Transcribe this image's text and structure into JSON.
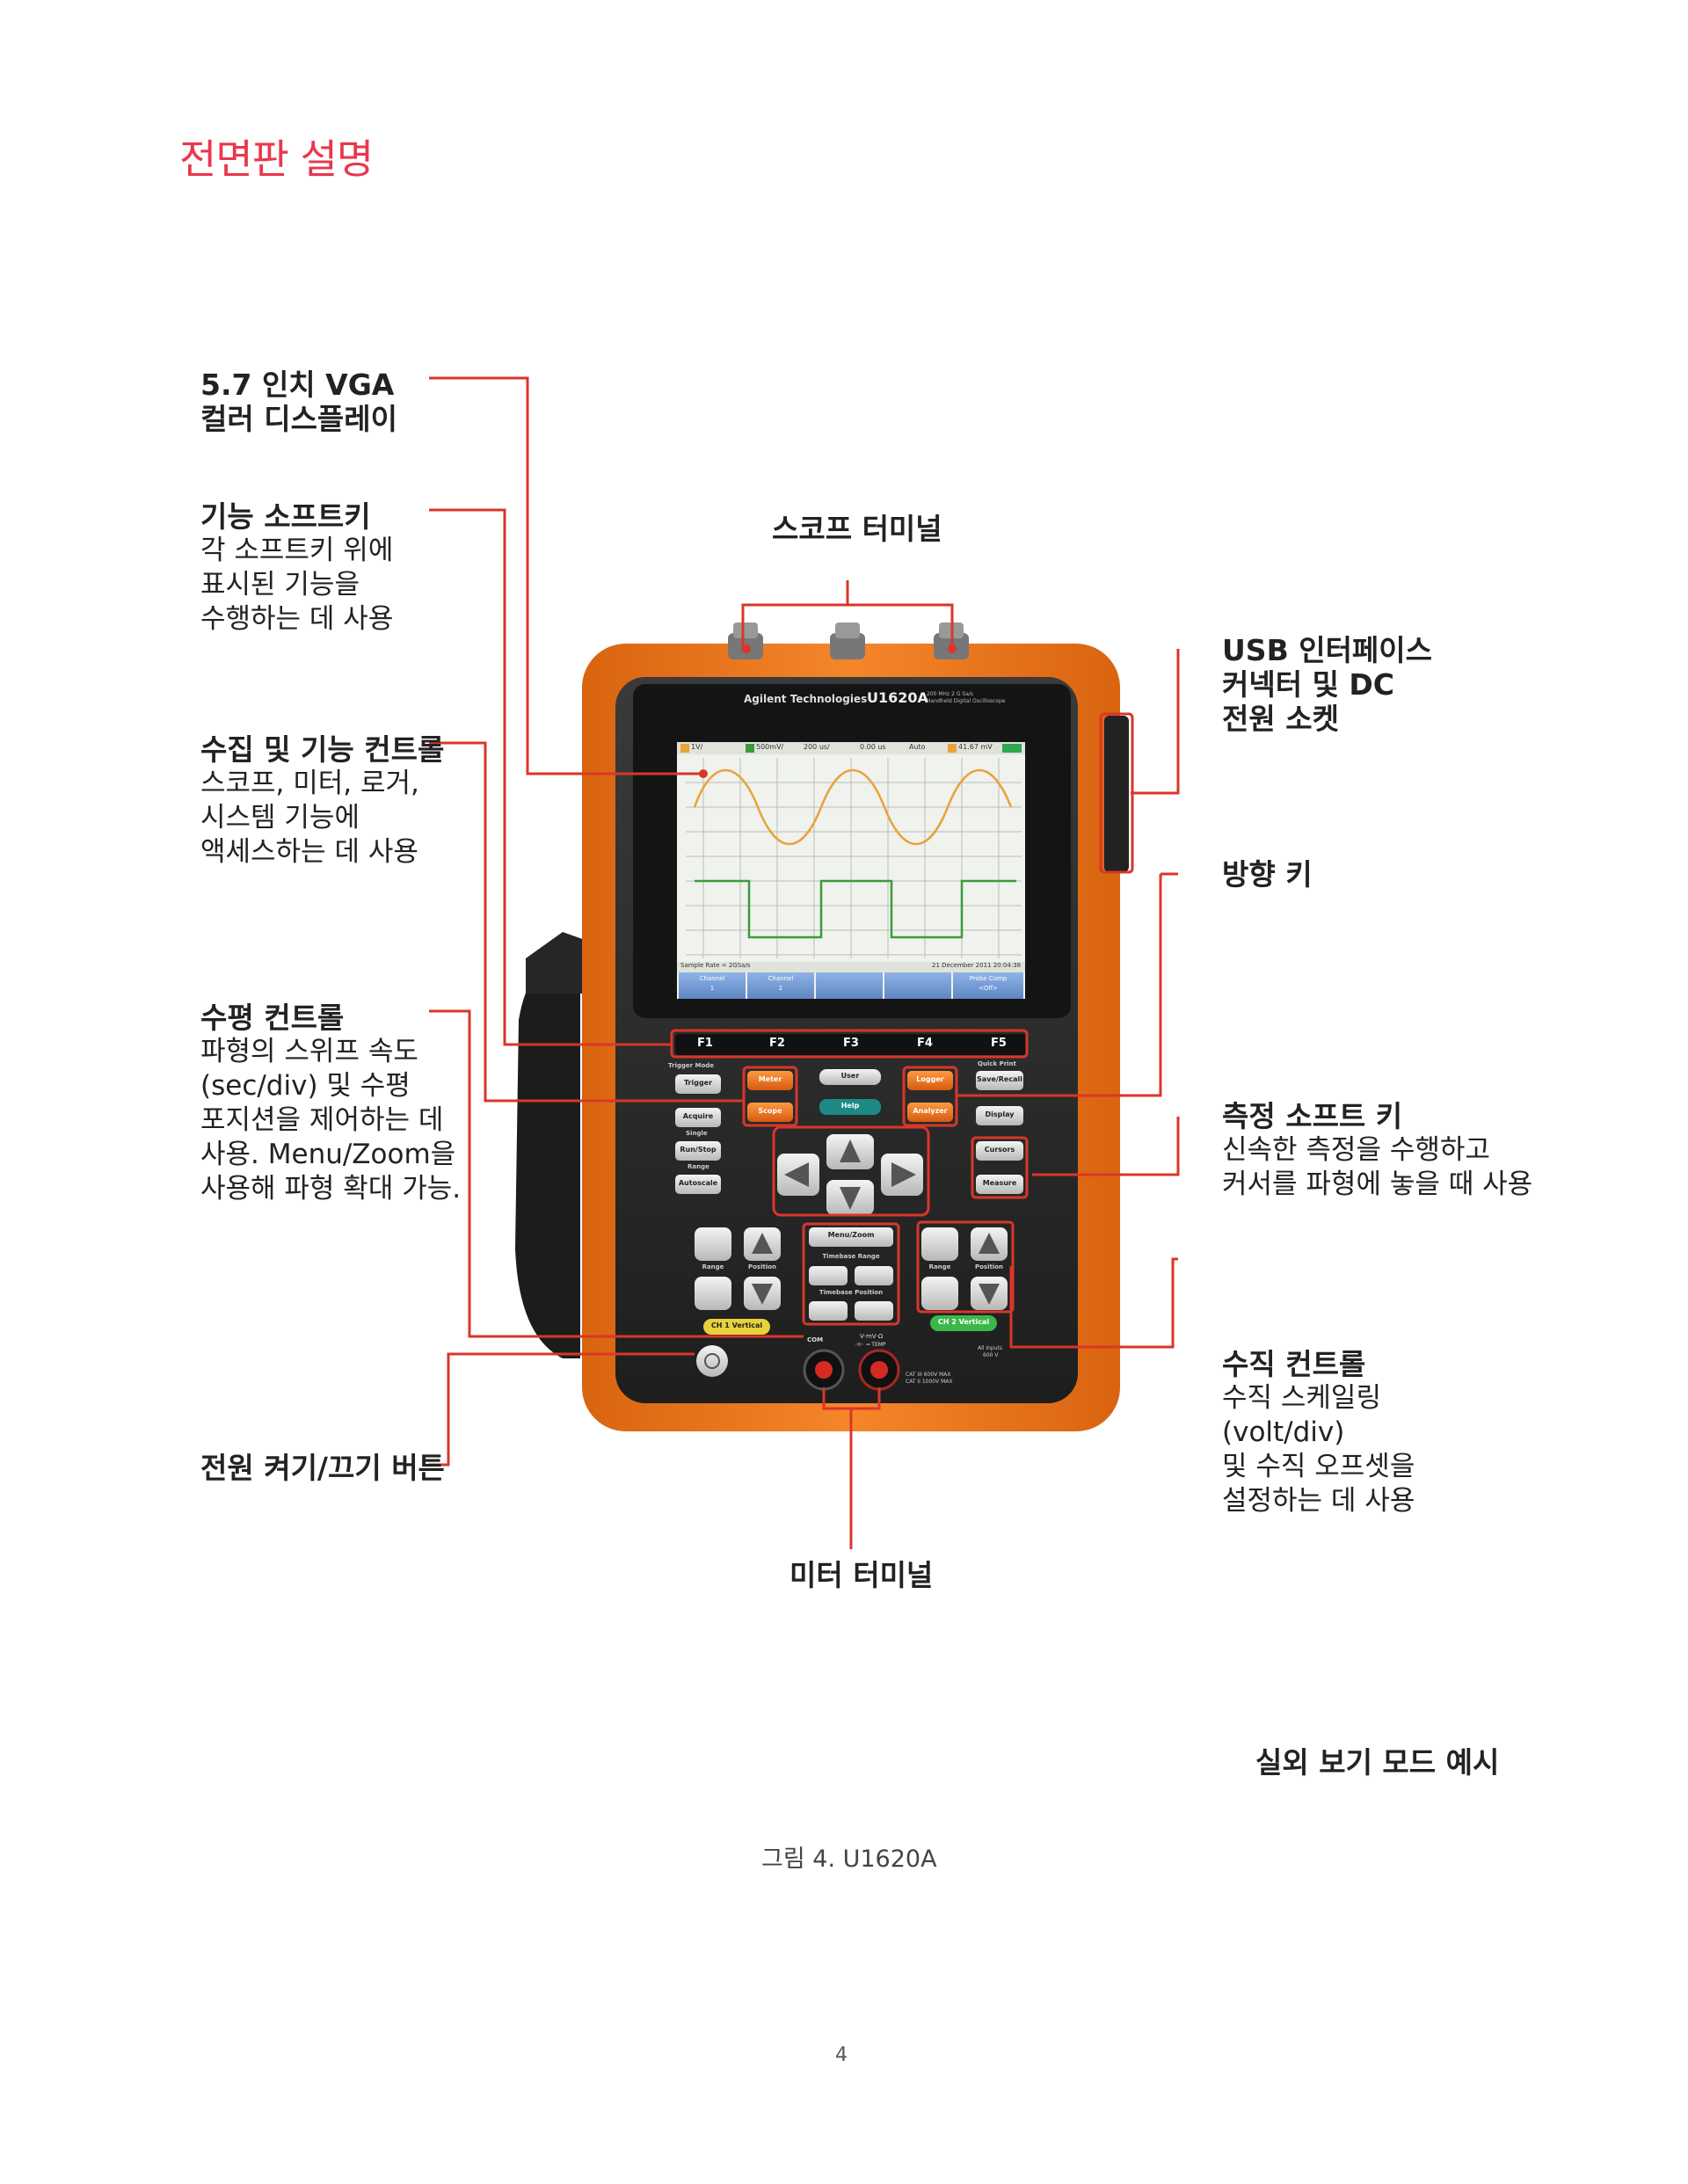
{
  "page": {
    "title": "전면판 설명",
    "figure_caption": "그림 4. U1620A",
    "footer_note": "실외 보기 모드 예시",
    "page_number": "4"
  },
  "callouts": {
    "display": {
      "head_line1": "5.7 인치 VGA",
      "head_line2": "컬러 디스플레이"
    },
    "softkeys": {
      "head": "기능 소프트키",
      "desc_line1": "각 소프트키 위에",
      "desc_line2": "표시된 기능을",
      "desc_line3": "수행하는 데 사용"
    },
    "acquisition": {
      "head": "수집 및 기능 컨트롤",
      "desc_line1": "스코프, 미터, 로거,",
      "desc_line2": "시스템 기능에",
      "desc_line3": "액세스하는 데 사용"
    },
    "horizontal": {
      "head": "수평 컨트롤",
      "desc_line1": "파형의 스위프 속도",
      "desc_line2": "(sec/div) 및 수평",
      "desc_line3": "포지션을 제어하는 데",
      "desc_line4": "사용. Menu/Zoom을",
      "desc_line5": "사용해 파형 확대 가능."
    },
    "power": {
      "head": "전원 켜기/끄기 버튼"
    },
    "scope_terminal": {
      "head": "스코프 터미널"
    },
    "meter_terminal": {
      "head": "미터 터미널"
    },
    "usb": {
      "head_line1": "USB 인터페이스",
      "head_line2": "커넥터 및 DC",
      "head_line3": "전원 소켓"
    },
    "direction": {
      "head": "방향 키"
    },
    "measure_softkeys": {
      "head": "측정 소프트 키",
      "desc_line1": "신속한 측정을 수행하고",
      "desc_line2": "커서를 파형에 놓을 때 사용"
    },
    "vertical": {
      "head": "수직 컨트롤",
      "desc_line1": "수직 스케일링",
      "desc_line2": "(volt/div)",
      "desc_line3": "및 수직 오프셋을",
      "desc_line4": "설정하는 데 사용"
    }
  },
  "device": {
    "brand": "Agilent Technologies",
    "model": "U1620A",
    "model_sub": "200 MHz 2 G Sa/s",
    "model_sub2": "Handheld Digital Oscilloscope",
    "screen_status": {
      "ch1_scale": "1V/",
      "ch2_scale": "500mV/",
      "timebase": "200 us/",
      "delay": "0.00 us",
      "trigger_mode": "Auto",
      "trigger_level": "41.67 mV"
    },
    "screen_footer": {
      "sample_rate": "Sample Rate = 2GSa/s",
      "datetime": "21 December 2011 20:04:38"
    },
    "screen_softkeys": [
      {
        "line1": "Channel",
        "line2": "1"
      },
      {
        "line1": "Channel",
        "line2": "2"
      },
      {
        "line1": "",
        "line2": ""
      },
      {
        "line1": "",
        "line2": ""
      },
      {
        "line1": "Probe Comp",
        "line2": "<Off>"
      }
    ],
    "fkeys": [
      "F1",
      "F2",
      "F3",
      "F4",
      "F5"
    ],
    "left_group": {
      "trigger_mode": "Trigger Mode",
      "trigger": "Trigger",
      "acquire": "Acquire",
      "single": "Single",
      "run_stop": "Run/Stop",
      "range": "Range",
      "autoscale": "Autoscale"
    },
    "center_group": {
      "meter": "Meter",
      "scope": "Scope",
      "user": "User",
      "help": "Help",
      "logger": "Logger",
      "analyzer": "Analyzer"
    },
    "right_group": {
      "quick_print": "Quick Print",
      "save_recall": "Save/Recall",
      "display": "Display",
      "cursors": "Cursors",
      "measure": "Measure"
    },
    "timebase": {
      "menu_zoom": "Menu/Zoom",
      "range": "Timebase Range",
      "position": "Timebase Position"
    },
    "ch1": {
      "range": "Range",
      "position": "Position",
      "label": "CH 1 Vertical"
    },
    "ch2": {
      "range": "Range",
      "position": "Position",
      "label": "CH 2 Vertical"
    },
    "terminals": {
      "com": "COM",
      "v": "V·mV·Ω",
      "temp": "⊣⊢ ⊸ TEMP",
      "cat1": "CAT III 600V MAX",
      "cat2": "CAT II 1000V MAX",
      "all_inputs": "All Inputs",
      "all_inputs_v": "600 V"
    }
  },
  "colors": {
    "accent": "#e8384f",
    "callout_line": "#d9362b",
    "body_orange": "#f07a1a",
    "bezel": "#2b2b2b",
    "trace_ch1": "#e8a33a",
    "trace_ch2": "#3c9a3c"
  }
}
